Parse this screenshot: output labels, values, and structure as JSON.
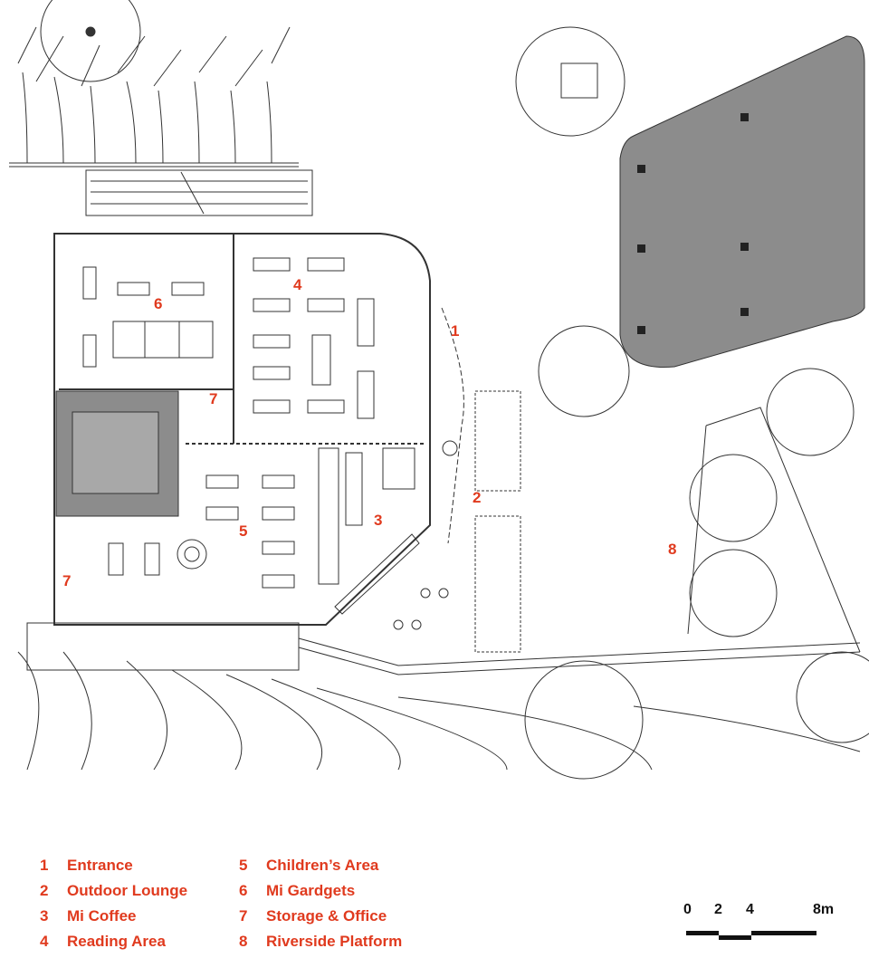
{
  "plan_labels": [
    {
      "id": "1",
      "text": "1"
    },
    {
      "id": "2",
      "text": "2"
    },
    {
      "id": "3",
      "text": "3"
    },
    {
      "id": "4",
      "text": "4"
    },
    {
      "id": "5",
      "text": "5"
    },
    {
      "id": "6",
      "text": "6"
    },
    {
      "id": "7a",
      "text": "7"
    },
    {
      "id": "7b",
      "text": "7"
    },
    {
      "id": "8",
      "text": "8"
    }
  ],
  "legend": [
    {
      "num": "1",
      "label": "Entrance"
    },
    {
      "num": "2",
      "label": "Outdoor Lounge"
    },
    {
      "num": "3",
      "label": "Mi Coffee"
    },
    {
      "num": "4",
      "label": "Reading Area"
    },
    {
      "num": "5",
      "label": "Children’s Area"
    },
    {
      "num": "6",
      "label": "Mi Gardgets"
    },
    {
      "num": "7",
      "label": "Storage & Office"
    },
    {
      "num": "8",
      "label": "Riverside Platform"
    }
  ],
  "scale_bar": {
    "ticks": [
      "0",
      "2",
      "4",
      "8m"
    ],
    "colors": {
      "bar": "#111111"
    }
  },
  "colors": {
    "accent": "#e03a1e",
    "line": "#333333",
    "shaded": "#8c8c8c"
  }
}
